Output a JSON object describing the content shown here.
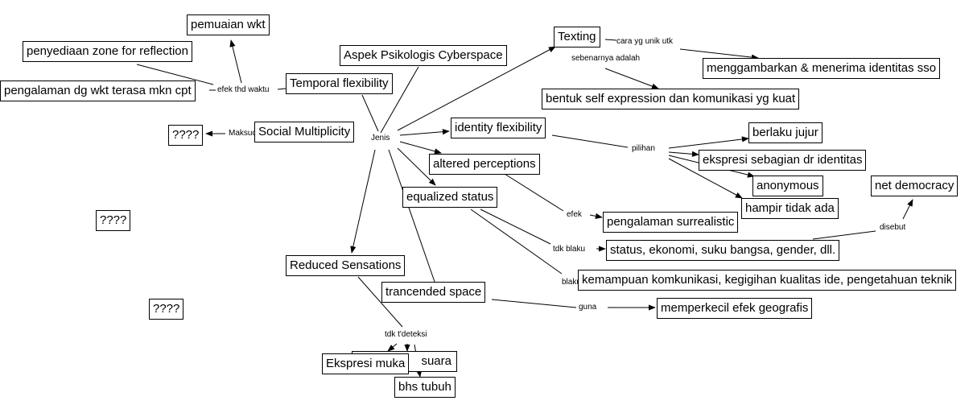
{
  "nodes": {
    "root": "Aspek Psikologis Cyberspace",
    "temporal": "Temporal flexibility",
    "pemuaian": "pemuaian wkt",
    "penyediaan": "penyediaan zone for reflection",
    "pengalaman_wkt": "pengalaman dg wkt terasa mkn cpt",
    "social": "Social Multiplicity",
    "q1": "????",
    "q2": "????",
    "q3": "????",
    "texting": "Texting",
    "menggambarkan": "menggambarkan & menerima identitas sso",
    "bentuk": "bentuk self expression dan komunikasi yg kuat",
    "identity": "identity flexibility",
    "berlaku": "berlaku jujur",
    "ekspresi_sebagian": "ekspresi sebagian dr identitas",
    "anonymous": "anonymous",
    "hampir": "hampir tidak ada",
    "net_democracy": "net democracy",
    "altered": "altered perceptions",
    "surrealistic": "pengalaman surrealistic",
    "equalized": "equalized status",
    "status": "status, ekonomi, suku bangsa, gender, dll.",
    "kemampuan": "kemampuan komkunikasi, kegigihan kualitas ide, pengetahuan teknik",
    "reduced": "Reduced Sensations",
    "trancended": "trancended space",
    "memperkecil": "memperkecil efek geografis",
    "ekspresi_muka": "Ekspresi muka",
    "suara": "suara",
    "bhs_tubuh": "bhs tubuh"
  },
  "links": {
    "jenis": "Jenis",
    "efek_waktu": "efek thd waktu",
    "maksud": "Maksud",
    "cara": "cara yg unik utk",
    "sebenarnya": "sebenarnya adalah",
    "pilihan": "pilihan",
    "efek": "efek",
    "disebut": "disebut",
    "tdk_blaku": "tdk blaku",
    "blaku": "blaku",
    "guna": "guna",
    "tdk_terdeteksi": "tdk t'deteksi"
  }
}
